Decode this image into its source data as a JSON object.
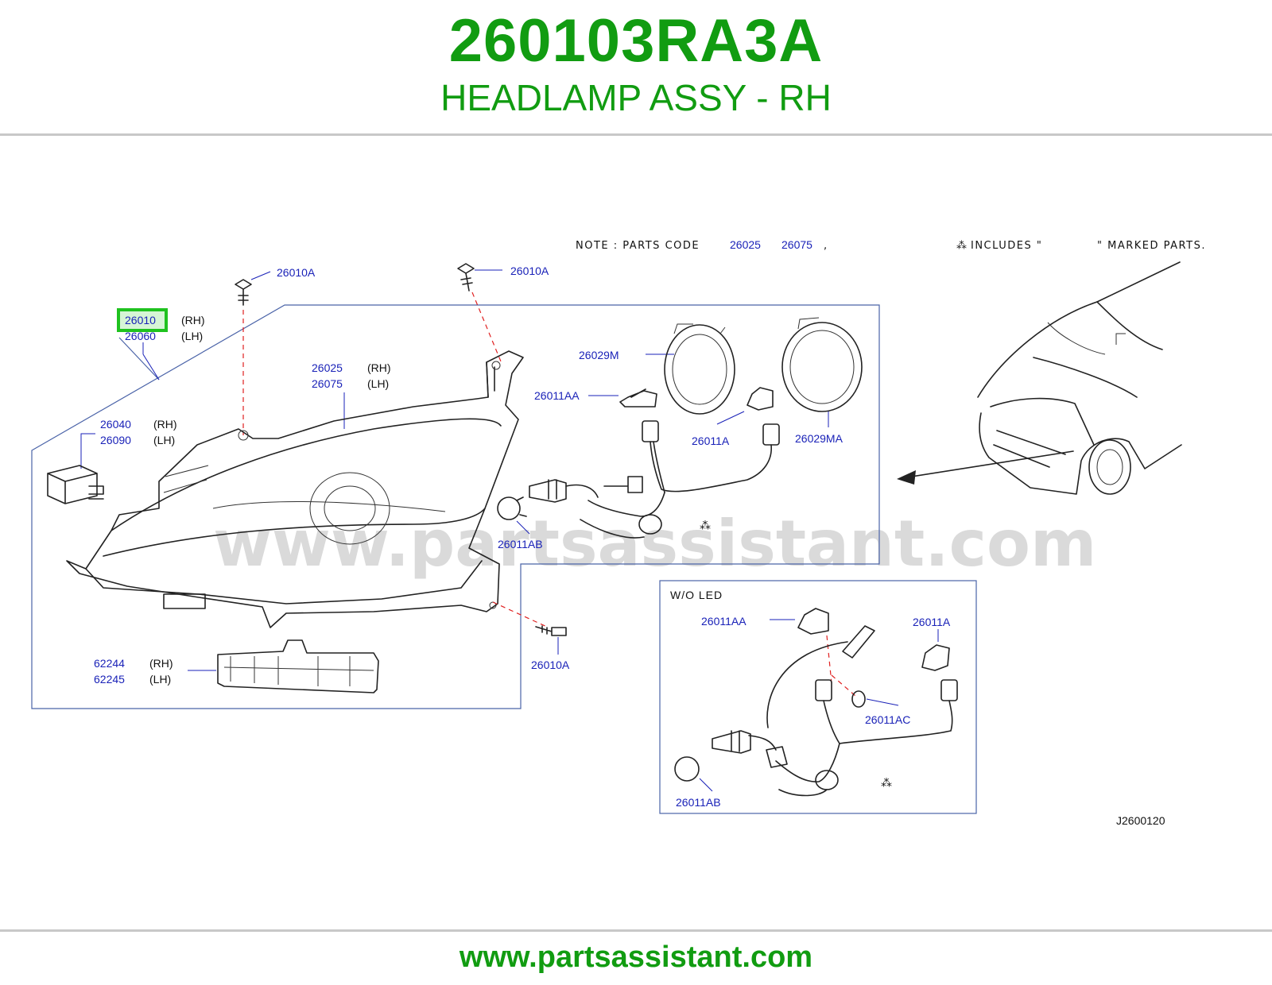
{
  "header": {
    "part_number": "260103RA3A",
    "description": "HEADLAMP ASSY - RH"
  },
  "footer": {
    "url": "www.partsassistant.com"
  },
  "watermark": "www.partsassistant.com",
  "note": {
    "prefix": "NOTE : PARTS CODE",
    "code1": "26025",
    "code2": "26075",
    "comma": ",",
    "includes": "INCLUDES \"",
    "marked": "\" MARKED PARTS."
  },
  "callouts": {
    "bolt_left": "26010A",
    "bolt_top": "26010A",
    "bolt_bottom": "26010A",
    "headlamp_rh": "26010",
    "headlamp_lh": "26060",
    "rh": "(RH)",
    "lh": "(LH)",
    "housing_rh": "26025",
    "housing_lh": "26075",
    "actuator_rh": "26040",
    "actuator_lh": "26090",
    "bracket_rh": "62244",
    "bracket_lh": "62245",
    "ring_m": "26029M",
    "ring_ma": "26029MA",
    "bulb_aa": "26011AA",
    "bulb_a": "26011A",
    "bulb_ab": "26011AB"
  },
  "inset": {
    "title": "W/O LED",
    "bulb_aa": "26011AA",
    "bulb_a": "26011A",
    "bulb_ac": "26011AC",
    "bulb_ab": "26011AB"
  },
  "diagram_code": "J2600120",
  "colors": {
    "brand_green": "#119c11",
    "label_blue": "#1a22b8",
    "highlight_green": "#1fc21f",
    "frame_blue": "#4a63a8",
    "guide_red": "#e02020"
  },
  "icons": {
    "marked_symbol": "asterism-icon"
  }
}
